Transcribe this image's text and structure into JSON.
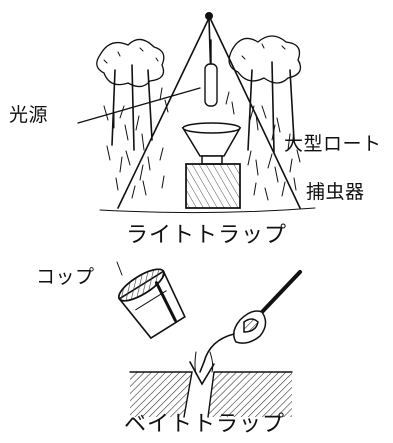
{
  "light_trap": {
    "title": "ライトトラップ",
    "parts": {
      "light_source": "光源",
      "funnel": "大型ロート",
      "collector": "捕虫器"
    }
  },
  "bait_trap": {
    "title": "ベイトトラップ",
    "parts": {
      "cup": "コップ"
    }
  },
  "colors": {
    "ink": "#111111",
    "background": "#ffffff"
  }
}
